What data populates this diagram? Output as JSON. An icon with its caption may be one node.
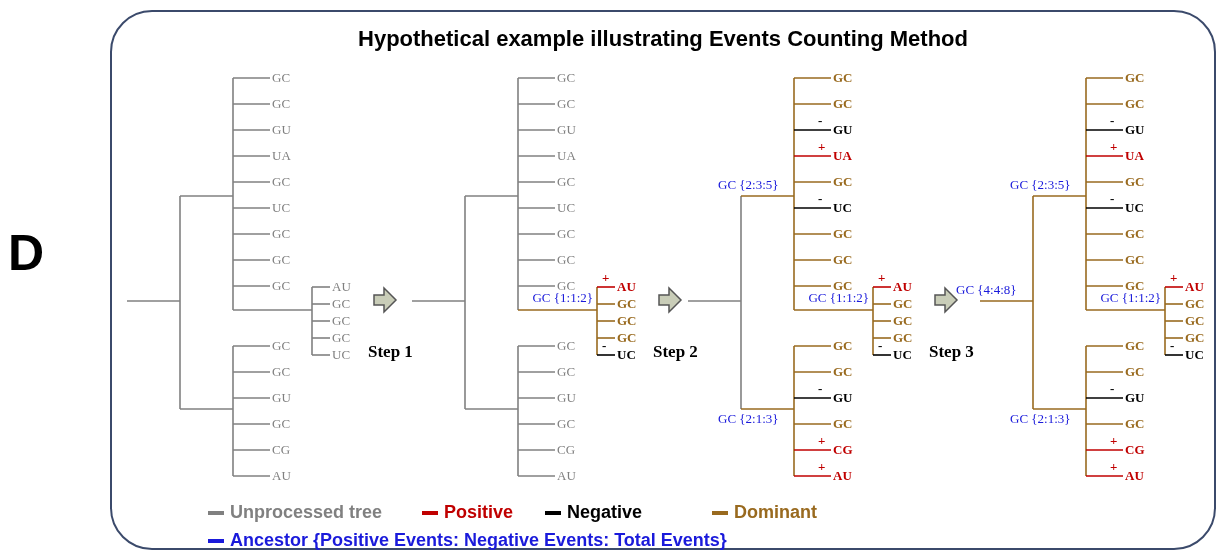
{
  "diagram": {
    "title": "Hypothetical example illustrating Events Counting Method",
    "labels": [
      "D",
      "GC",
      "GC",
      "GU",
      "UA",
      "GC",
      "UC",
      "GC",
      "GC",
      "GC",
      "AU",
      "GC",
      "GC",
      "GC",
      "UC",
      "GC",
      "GC",
      "GU",
      "GC",
      "CG",
      "AU",
      "Step 1",
      "GC",
      "GC",
      "GU",
      "UA",
      "GC",
      "UC",
      "GC",
      "GC",
      "GC",
      "GC {1:1:2}",
      "+",
      "AU",
      "GC",
      "GC",
      "GC",
      "-",
      "UC",
      "GC",
      "GC",
      "GU",
      "GC",
      "CG",
      "AU",
      "Step 2",
      "GC {2:3:5}",
      "GC",
      "GC",
      "-",
      "GU",
      "+",
      "UA",
      "GC",
      "-",
      "UC",
      "GC",
      "GC",
      "GC",
      "GC {1:1:2}",
      "+",
      "AU",
      "GC",
      "GC",
      "GC",
      "-",
      "UC",
      "GC {2:1:3}",
      "GC",
      "GC",
      "-",
      "GU",
      "GC",
      "+",
      "CG",
      "+",
      "AU",
      "Step 3",
      "GC {4:4:8}",
      "GC {2:3:5}",
      "GC",
      "GC",
      "-",
      "GU",
      "+",
      "UA",
      "GC",
      "-",
      "UC",
      "GC",
      "GC",
      "GC",
      "GC {1:1:2}",
      "+",
      "AU",
      "GC",
      "GC",
      "GC",
      "-",
      "UC",
      "GC {2:1:3}",
      "GC",
      "GC",
      "-",
      "GU",
      "GC",
      "+",
      "CG",
      "+",
      "AU"
    ],
    "legend": [
      {
        "text": "Unprocessed tree",
        "color": "#808080"
      },
      {
        "text": "Positive",
        "color": "#c00000"
      },
      {
        "text": "Negative",
        "color": "#000000"
      },
      {
        "text": "Dominant",
        "color": "#996a1f"
      },
      {
        "text": "Ancestor {Positive Events: Negative Events: Total Events}",
        "color": "#1a1adb"
      }
    ]
  }
}
